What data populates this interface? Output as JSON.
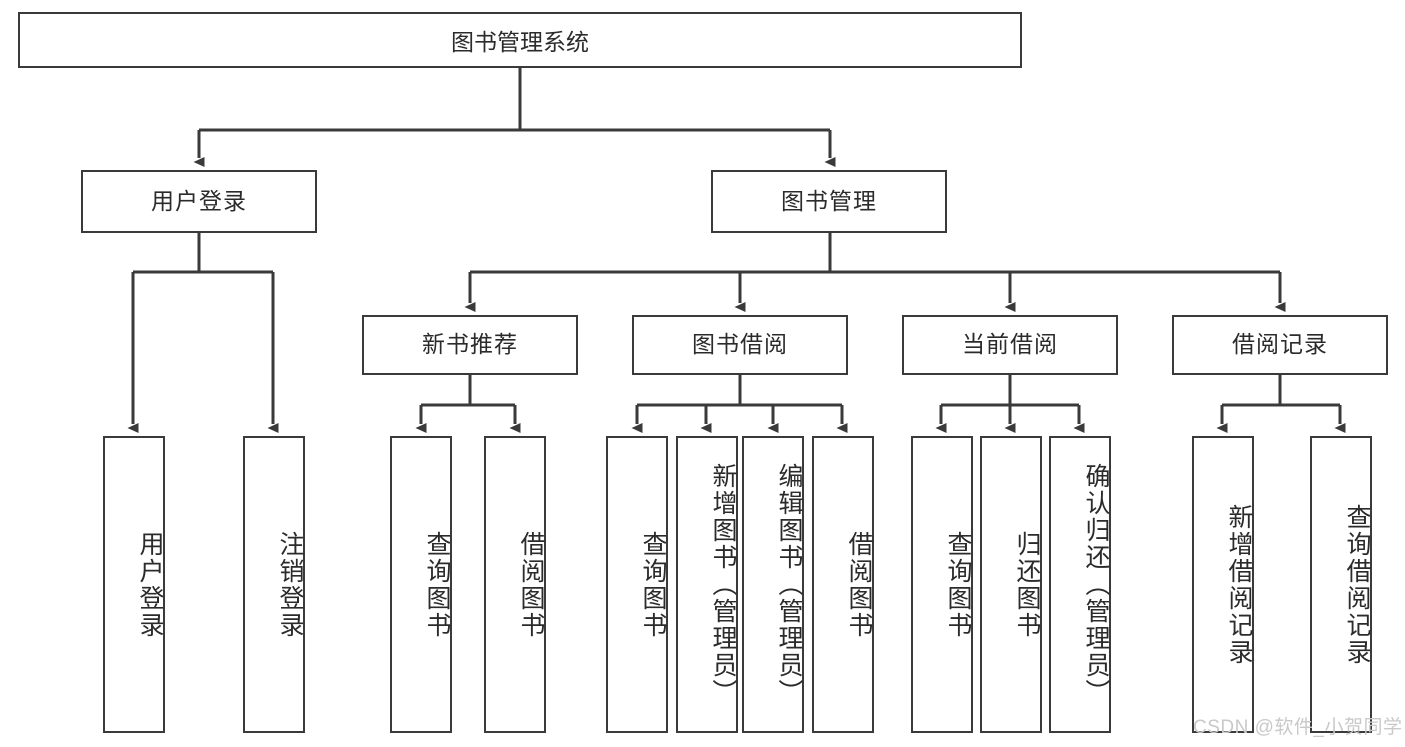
{
  "diagram": {
    "title": "图书管理系统",
    "type": "hierarchy-tree",
    "colors": {
      "border": "#3a3a3a",
      "background": "#ffffff",
      "text": "#2b2b2b",
      "edge": "#3a3a3a",
      "watermark": "#c9c9c9"
    },
    "root": {
      "label": "图书管理系统"
    },
    "level2": [
      {
        "label": "用户登录"
      },
      {
        "label": "图书管理"
      }
    ],
    "level3": [
      {
        "label": "新书推荐"
      },
      {
        "label": "图书借阅"
      },
      {
        "label": "当前借阅"
      },
      {
        "label": "借阅记录"
      }
    ],
    "leaves": {
      "user_login": [
        {
          "label": "用户登录"
        },
        {
          "label": "注销登录"
        }
      ],
      "new_book_recommend": [
        {
          "label": "查询图书"
        },
        {
          "label": "借阅图书"
        }
      ],
      "book_borrow": [
        {
          "label": "查询图书"
        },
        {
          "label": "新增图书（管理员）"
        },
        {
          "label": "编辑图书（管理员）"
        },
        {
          "label": "借阅图书"
        }
      ],
      "current_borrow": [
        {
          "label": "查询图书"
        },
        {
          "label": "归还图书"
        },
        {
          "label": "确认归还（管理员）"
        }
      ],
      "borrow_record": [
        {
          "label": "新增借阅记录"
        },
        {
          "label": "查询借阅记录"
        }
      ]
    },
    "watermark": "CSDN @软件_小贺同学"
  }
}
